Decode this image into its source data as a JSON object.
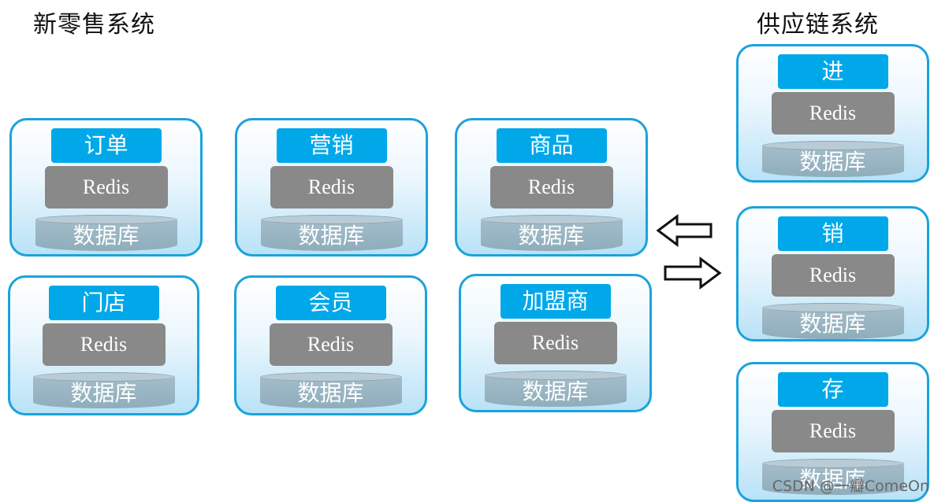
{
  "titles": {
    "left": "新零售系统",
    "right": "供应链系统"
  },
  "retail_services": [
    {
      "name": "订单",
      "cache": "Redis",
      "db": "数据库"
    },
    {
      "name": "营销",
      "cache": "Redis",
      "db": "数据库"
    },
    {
      "name": "商品",
      "cache": "Redis",
      "db": "数据库"
    },
    {
      "name": "门店",
      "cache": "Redis",
      "db": "数据库"
    },
    {
      "name": "会员",
      "cache": "Redis",
      "db": "数据库"
    },
    {
      "name": "加盟商",
      "cache": "Redis",
      "db": "数据库"
    }
  ],
  "supply_services": [
    {
      "name": "进",
      "cache": "Redis",
      "db": "数据库"
    },
    {
      "name": "销",
      "cache": "Redis",
      "db": "数据库"
    },
    {
      "name": "存",
      "cache": "Redis",
      "db": "数据库"
    }
  ],
  "colors": {
    "border": "#1aa3dc",
    "tag": "#00a8ea",
    "redis": "#898989",
    "db": "#8fadbc"
  },
  "watermark": "CSDN @一瓣ComeOn"
}
